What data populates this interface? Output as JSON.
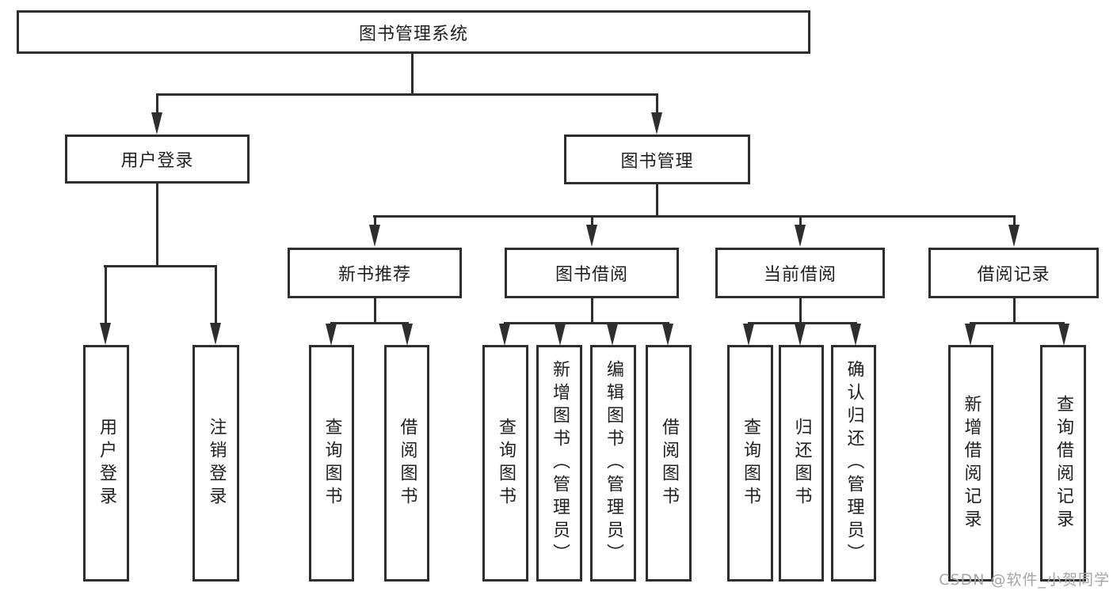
{
  "diagram": {
    "title": "图书管理系统",
    "level1": [
      {
        "label": "用户登录"
      },
      {
        "label": "图书管理"
      }
    ],
    "level2": [
      {
        "label": "新书推荐"
      },
      {
        "label": "图书借阅"
      },
      {
        "label": "当前借阅"
      },
      {
        "label": "借阅记录"
      }
    ],
    "leaves": [
      {
        "label": "用户登录"
      },
      {
        "label": "注销登录"
      },
      {
        "label": "查询图书"
      },
      {
        "label": "借阅图书"
      },
      {
        "label": "查询图书"
      },
      {
        "label": "新增图书（管理员）"
      },
      {
        "label": "编辑图书（管理员）"
      },
      {
        "label": "借阅图书"
      },
      {
        "label": "查询图书"
      },
      {
        "label": "归还图书"
      },
      {
        "label": "确认归还（管理员）"
      },
      {
        "label": "新增借阅记录"
      },
      {
        "label": "查询借阅记录"
      }
    ]
  },
  "watermark": "CSDN @软件_小贺同学",
  "colors": {
    "line": "#2e2e2e",
    "text": "#1f1f1f",
    "watermark": "#a6a6a6"
  }
}
